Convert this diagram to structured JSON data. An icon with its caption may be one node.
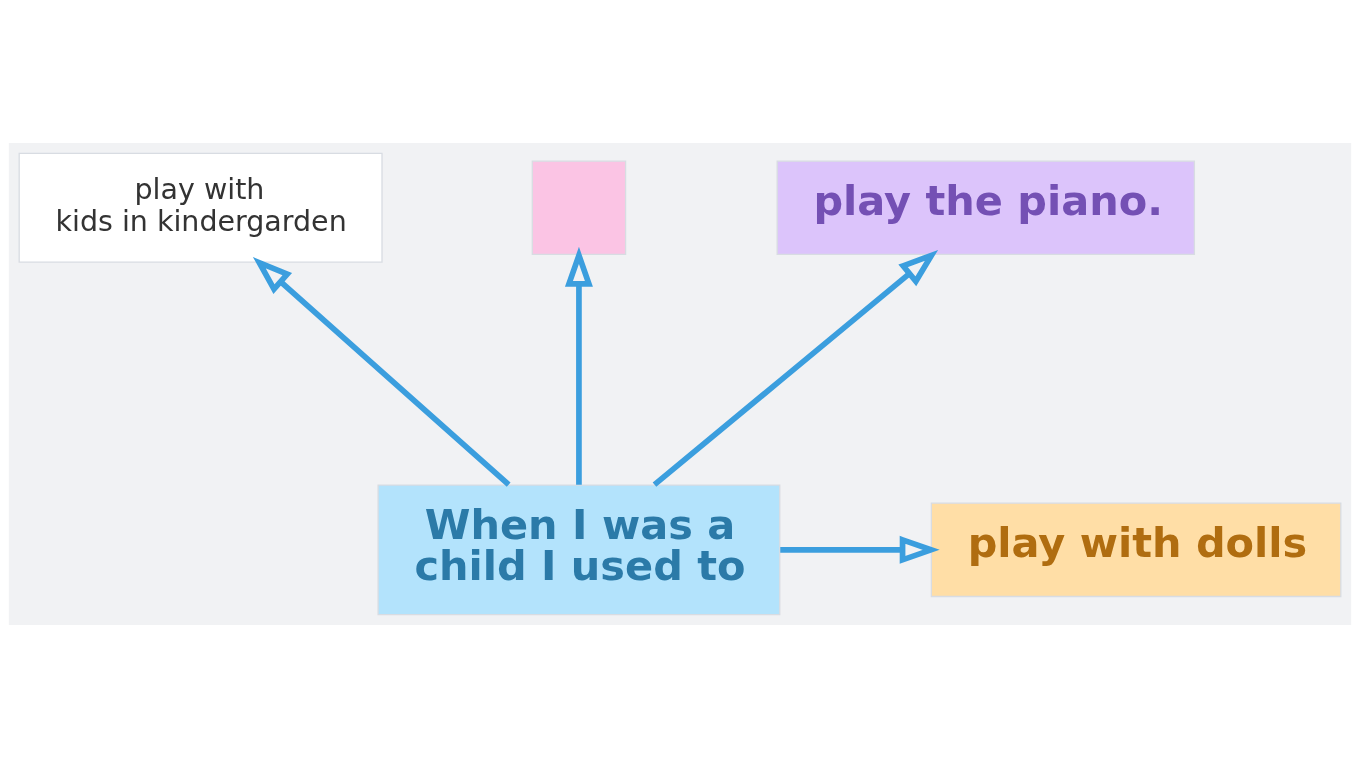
{
  "diagram": {
    "nodes": [
      {
        "text": [
          "play with kids in kindergarden"
        ]
      },
      {
        "text": [],
        "shape": "box"
      },
      {
        "text": [
          "play the piano."
        ]
      },
      {
        "text": [
          "When I was a child I used to"
        ]
      },
      {
        "text": [
          "play with dolls"
        ]
      }
    ],
    "edges": [
      {
        "from": 3,
        "to": 2,
        "arrow": "to"
      },
      {
        "from": 3,
        "to": 0,
        "arrow": "to"
      },
      {
        "from": 3,
        "to": 1,
        "arrow": "to"
      },
      {
        "from": 3,
        "to": 4,
        "arrow": "to"
      }
    ]
  }
}
